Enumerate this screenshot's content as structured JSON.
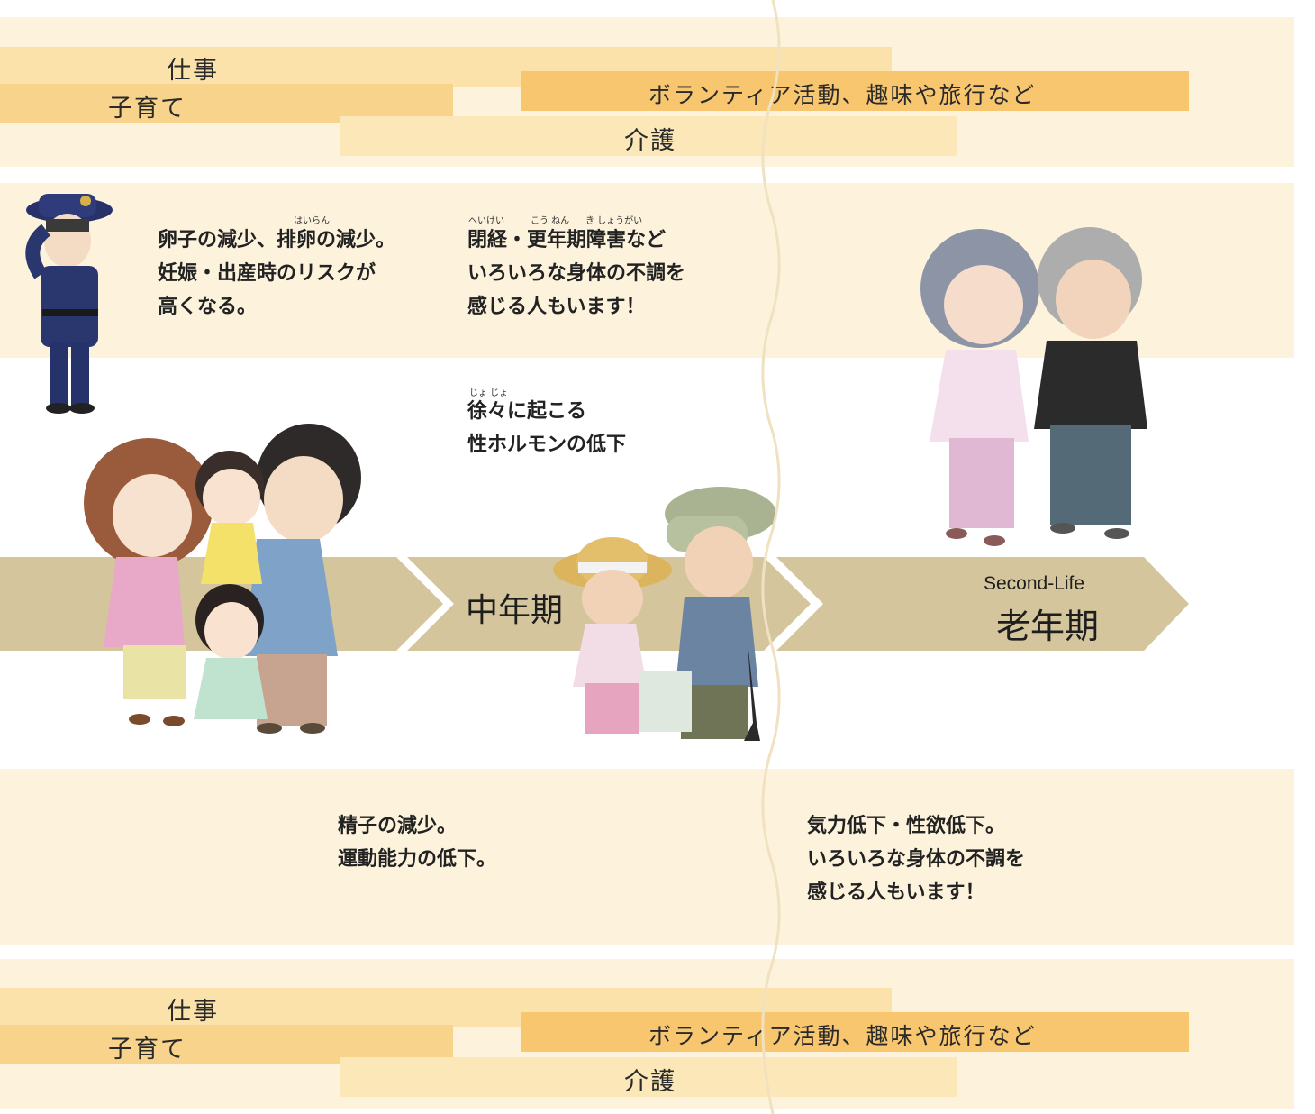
{
  "roadmap_top": {
    "work": "仕事",
    "childcare": "子育て",
    "volunteer": "ボランティア活動、趣味や旅行など",
    "nursing": "介護"
  },
  "roadmap_bottom": {
    "work": "仕事",
    "childcare": "子育て",
    "volunteer": "ボランティア活動、趣味や旅行など",
    "nursing": "介護"
  },
  "female_notes": {
    "egg": {
      "ruby": "はいらん",
      "lines": [
        "卵子の減少、排卵の減少。",
        "妊娠・出産時のリスクが",
        "高くなる。"
      ]
    },
    "menopause": {
      "ruby_1": "へいけい",
      "ruby_2": "こう ねん",
      "ruby_3": "き しょうがい",
      "lines": [
        "閉経・更年期障害など",
        "いろいろな身体の不調を",
        "感じる人もいます！"
      ]
    },
    "hormone": {
      "ruby": "じょ じょ",
      "lines": [
        "徐々に起こる",
        "性ホルモンの低下"
      ]
    }
  },
  "male_notes": {
    "sperm": {
      "lines": [
        "精子の減少。",
        "運動能力の低下。"
      ]
    },
    "vitality": {
      "lines": [
        "気力低下・性欲低下。",
        "いろいろな身体の不調を",
        "感じる人もいます！"
      ]
    }
  },
  "stages": {
    "middle": "中年期",
    "elder_sub": "Second-Life",
    "elder": "老年期"
  },
  "colors": {
    "panel": "#fdf3dc",
    "bar_light": "#fbe2ab",
    "bar_dark": "#f8d38c",
    "arrow": "#d4c59c"
  },
  "illustrations": [
    "police-officer",
    "young-family",
    "middle-aged-couple-gardening",
    "elderly-couple-jogging"
  ]
}
